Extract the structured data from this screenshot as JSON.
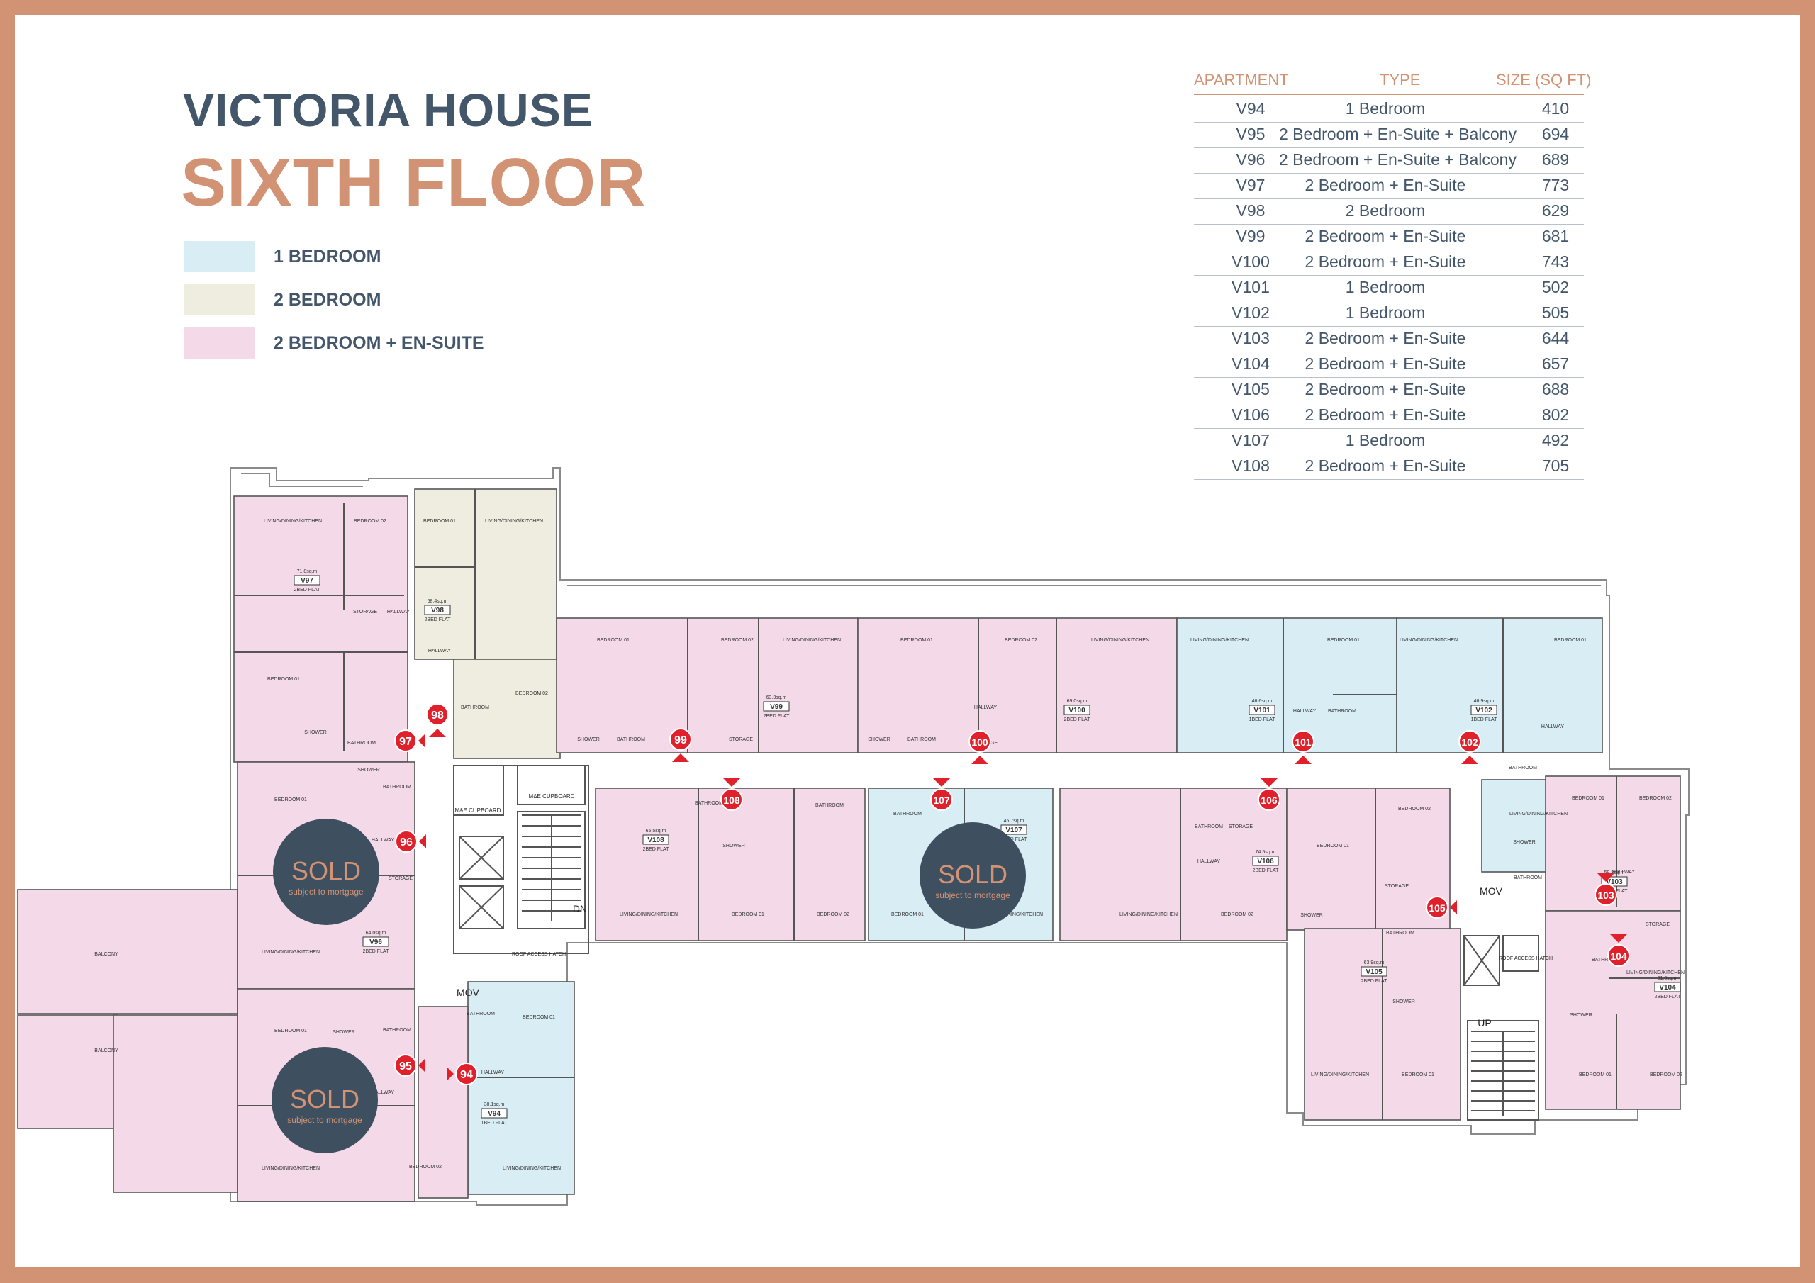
{
  "title": {
    "building": "VICTORIA HOUSE",
    "floor": "SIXTH FLOOR"
  },
  "legend": [
    {
      "label": "1 BEDROOM",
      "color": "#d9edf5"
    },
    {
      "label": "2 BEDROOM",
      "color": "#efede0"
    },
    {
      "label": "2 BEDROOM + EN-SUITE",
      "color": "#f4d9e8"
    }
  ],
  "colors": {
    "accent": "#d19374",
    "navy": "#43566a",
    "sold_badge": "#3e4f60",
    "marker": "#e0202a"
  },
  "table": {
    "headers": {
      "apartment": "APARTMENT",
      "type": "TYPE",
      "size": "SIZE (SQ FT)"
    },
    "rows": [
      {
        "apt": "V94",
        "type": "1 Bedroom",
        "size": "410"
      },
      {
        "apt": "V95",
        "type": "2 Bedroom + En-Suite + Balcony",
        "size": "694"
      },
      {
        "apt": "V96",
        "type": "2 Bedroom + En-Suite + Balcony",
        "size": "689"
      },
      {
        "apt": "V97",
        "type": "2 Bedroom + En-Suite",
        "size": "773"
      },
      {
        "apt": "V98",
        "type": "2 Bedroom",
        "size": "629"
      },
      {
        "apt": "V99",
        "type": "2 Bedroom + En-Suite",
        "size": "681"
      },
      {
        "apt": "V100",
        "type": "2 Bedroom + En-Suite",
        "size": "743"
      },
      {
        "apt": "V101",
        "type": "1 Bedroom",
        "size": "502"
      },
      {
        "apt": "V102",
        "type": "1 Bedroom",
        "size": "505"
      },
      {
        "apt": "V103",
        "type": "2 Bedroom + En-Suite",
        "size": "644"
      },
      {
        "apt": "V104",
        "type": "2 Bedroom + En-Suite",
        "size": "657"
      },
      {
        "apt": "V105",
        "type": "2 Bedroom + En-Suite",
        "size": "688"
      },
      {
        "apt": "V106",
        "type": "2 Bedroom + En-Suite",
        "size": "802"
      },
      {
        "apt": "V107",
        "type": "1 Bedroom",
        "size": "492"
      },
      {
        "apt": "V108",
        "type": "2 Bedroom + En-Suite",
        "size": "705"
      }
    ]
  },
  "sold": {
    "label": "SOLD",
    "sub": "subject to mortgage"
  },
  "markers": [
    "94",
    "95",
    "96",
    "97",
    "98",
    "99",
    "100",
    "101",
    "102",
    "103",
    "104",
    "105",
    "106",
    "107",
    "108"
  ],
  "rooms": {
    "ldk": "LIVING/DINING/KITCHEN",
    "bed1": "BEDROOM 01",
    "bed2": "BEDROOM 02",
    "bath": "BATHROOM",
    "shower": "SHOWER",
    "hall": "HALLWAY",
    "storage": "STORAGE",
    "balcony": "BALCONY",
    "me_cupboard": "M&E CUPBOARD",
    "mov": "MOV",
    "up": "UP",
    "dn": "DN",
    "roof_hatch": "ROOF ACCESS HATCH"
  },
  "units": [
    {
      "label": "V97",
      "area": "71.8sq.m",
      "kind": "2BED FLAT"
    },
    {
      "label": "V98",
      "area": "58.4sq.m",
      "kind": "2BED FLAT"
    },
    {
      "label": "V99",
      "area": "63.3sq.m",
      "kind": "2BED FLAT"
    },
    {
      "label": "V100",
      "area": "69.0sq.m",
      "kind": "2BED FLAT"
    },
    {
      "label": "V101",
      "area": "46.6sq.m",
      "kind": "1BED FLAT"
    },
    {
      "label": "V102",
      "area": "46.9sq.m",
      "kind": "1BED FLAT"
    },
    {
      "label": "V108",
      "area": "65.5sq.m",
      "kind": "2BED FLAT"
    },
    {
      "label": "V107",
      "area": "45.7sq.m",
      "kind": "1BED FLAT"
    },
    {
      "label": "V106",
      "area": "74.5sq.m",
      "kind": "2BED FLAT"
    },
    {
      "label": "V96",
      "area": "64.0sq.m",
      "kind": "2BED FLAT"
    },
    {
      "label": "V94",
      "area": "38.1sq.m",
      "kind": "1BED FLAT"
    },
    {
      "label": "V105",
      "area": "63.9sq.m",
      "kind": "2BED FLAT"
    },
    {
      "label": "V103",
      "area": "59.8sq.m",
      "kind": "2BED FLAT"
    },
    {
      "label": "V104",
      "area": "61.0sq.m",
      "kind": "2BED FLAT"
    }
  ]
}
